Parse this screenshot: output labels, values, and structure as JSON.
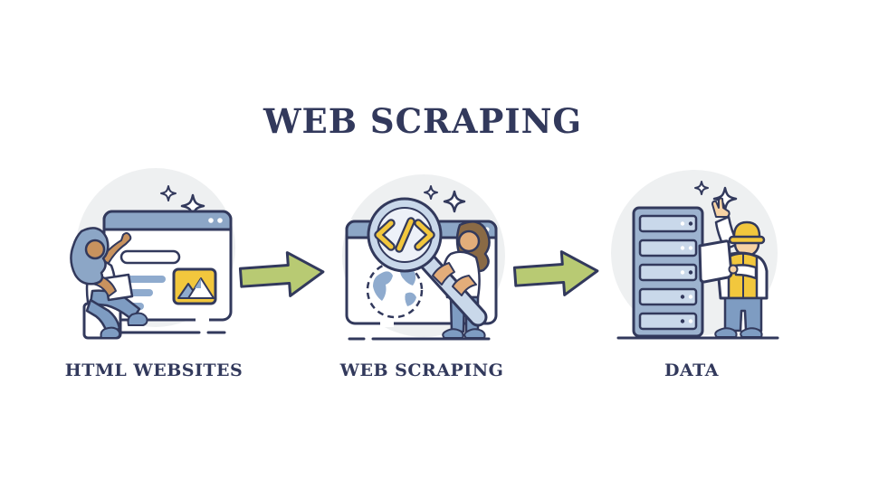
{
  "title": "WEB SCRAPING",
  "stages": [
    {
      "label": "HTML WEBSITES",
      "illustration": "person-with-laptop-browsing-html-website"
    },
    {
      "label": "WEB SCRAPING",
      "illustration": "magnifier-with-code-symbol-over-webpage-and-globe"
    },
    {
      "label": "DATA",
      "illustration": "worker-with-tablet-at-server-rack"
    }
  ],
  "connectors": [
    {
      "icon": "arrow-right-icon"
    },
    {
      "icon": "arrow-right-icon"
    }
  ],
  "icons": [
    "sparkles-icon",
    "browser-window-icon",
    "image-icon",
    "code-icon",
    "magnifier-icon",
    "globe-icon",
    "server-rack-icon",
    "arrow-right-icon"
  ],
  "colors": {
    "outline": "#32395c",
    "title_text": "#32395c",
    "circle_bg": "#eef0f1",
    "blue_medium": "#8ca6c6",
    "blue_light": "#c9d8ea",
    "blue_bars": "#8fabce",
    "pants_blue": "#7e9cc2",
    "rack_blue": "#9db3cf",
    "yellow": "#f2c73d",
    "green_arrow": "#b8ca73",
    "skin_dark": "#c8925e",
    "skin_medium": "#e3ad7a",
    "skin_light": "#f6d2a4",
    "hair_brown": "#8a6a45",
    "white": "#ffffff",
    "lens_inner": "#edf1f8"
  }
}
